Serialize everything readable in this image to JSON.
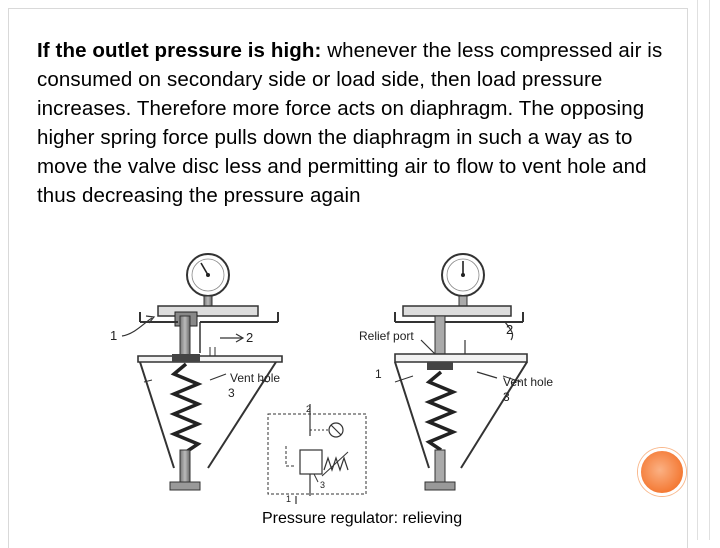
{
  "slide": {
    "paragraph": {
      "lead": "If the outlet pressure is high:",
      "body": " whenever the less compressed air is consumed on secondary side or load side, then load pressure increases. Therefore more force acts on diaphragm. The opposing higher spring force pulls down the diaphragm in such a way as to move the valve disc less and permitting air to flow to vent hole and thus decreasing the pressure again"
    },
    "diagram_left": {
      "label_1": "1",
      "label_2": "2",
      "label_vent": "Vent hole",
      "label_3": "3"
    },
    "diagram_right": {
      "label_relief": "Relief port",
      "label_2": "2",
      "label_1": "1",
      "label_vent": "Vent hole",
      "label_3": "3"
    },
    "symbol": {
      "label_2": "2",
      "label_1": "1",
      "label_3": "3"
    },
    "caption": "Pressure regulator: relieving",
    "colors": {
      "accent": "#f47a35",
      "accent_light": "#fbb184",
      "diagram_stroke": "#333333"
    }
  }
}
